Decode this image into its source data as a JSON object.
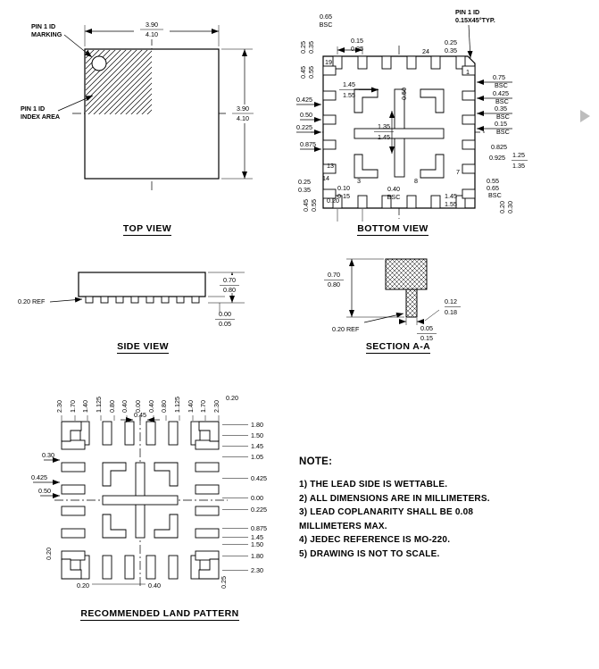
{
  "top_view": {
    "title": "TOP VIEW",
    "pin1_marking": [
      "PIN 1 ID",
      "MARKING"
    ],
    "pin1_index": [
      "PIN 1 ID",
      "INDEX AREA"
    ],
    "body_width": [
      "3.90",
      "4.10"
    ],
    "body_height": [
      "3.90",
      "4.10"
    ]
  },
  "bottom_view": {
    "title": "BOTTOM VIEW",
    "pin1_label": [
      "PIN 1 ID",
      "0.15X45°TYP."
    ],
    "pitch": [
      "0.65",
      "BSC"
    ],
    "top_lead": [
      "0.15",
      "0.25"
    ],
    "top_left_rot": [
      "0.25",
      "0.35"
    ],
    "left_rot": [
      "0.45",
      "0.55"
    ],
    "corner_chamfer": [
      "0.25",
      "0.35"
    ],
    "pad_finger_w": [
      "1.45",
      "1.55"
    ],
    "left_dims": [
      "0.425",
      "0.50",
      "0.225",
      "0.875"
    ],
    "right_d1": [
      "0.75",
      "BSC"
    ],
    "right_d2": [
      "0.425",
      "BSC"
    ],
    "right_d3": [
      "0.35",
      "BSC"
    ],
    "right_d4": [
      "0.15",
      "BSC"
    ],
    "right_d5": "0.825",
    "right_d6": "0.925",
    "right_d7": [
      "1.25",
      "1.35"
    ],
    "bottom_d1": [
      "0.25",
      "0.35"
    ],
    "bottom_rot": [
      "0.45",
      "0.55"
    ],
    "bottom_d2": "0.20",
    "bottom_d3": [
      "0.10",
      "0.15"
    ],
    "bottom_d4": [
      "0.40",
      "BSC"
    ],
    "bottom_d5": [
      "1.45",
      "1.55"
    ],
    "bottom_d6": [
      "0.55",
      "0.65",
      "BSC"
    ],
    "bottom_rot2": [
      "0.20",
      "0.30"
    ],
    "center_v": [
      "1.35",
      "1.45"
    ],
    "center_rot": "0.50",
    "pins": [
      "19",
      "24",
      "1",
      "13",
      "14",
      "3",
      "8",
      "7"
    ]
  },
  "side_view": {
    "title": "SIDE VIEW",
    "ref": "0.20 REF",
    "height": [
      "0.70",
      "0.80"
    ],
    "standoff": [
      "0.00",
      "0.05"
    ]
  },
  "section": {
    "title": "SECTION A-A",
    "height": [
      "0.70",
      "0.80"
    ],
    "lead_w": [
      "0.12",
      "0.18"
    ],
    "ref": "0.20 REF",
    "standoff": [
      "0.05",
      "0.15"
    ]
  },
  "land_pattern": {
    "title": "RECOMMENDED LAND PATTERN",
    "top_coords": [
      "2.30",
      "1.70",
      "1.40",
      "1.125",
      "0.80",
      "0.40",
      "0.00",
      "0.40",
      "0.80",
      "1.125",
      "1.40",
      "1.70",
      "2.30"
    ],
    "top_right": "0.20",
    "pad_width": "0.45",
    "right_coords": [
      "1.80",
      "1.50",
      "1.45",
      "1.05",
      "0.425",
      "0.00",
      "0.225",
      "0.875",
      "1.45",
      "1.50",
      "1.80",
      "2.30"
    ],
    "left_coords": [
      "0.30",
      "0.425",
      "0.50",
      "0.20"
    ],
    "bottom_coords": [
      "0.20",
      "0.40",
      "0.25"
    ]
  },
  "note": {
    "heading": "NOTE:",
    "lines": [
      "1) THE LEAD SIDE IS WETTABLE.",
      "2) ALL DIMENSIONS ARE IN MILLIMETERS.",
      "3) LEAD COPLANARITY SHALL BE 0.08",
      "MILLIMETERS MAX.",
      "4) JEDEC REFERENCE IS MO-220.",
      "5) DRAWING IS NOT TO SCALE."
    ]
  }
}
